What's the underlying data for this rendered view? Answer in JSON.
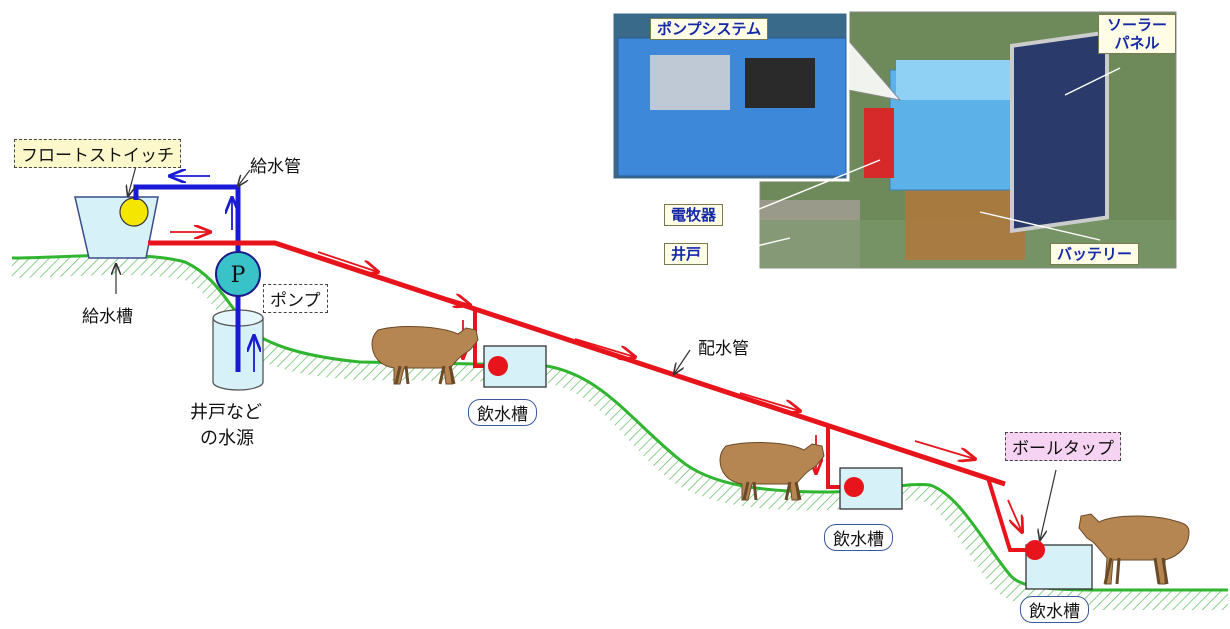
{
  "labels": {
    "float_switch": "フロートストイッチ",
    "supply_pipe": "給水管",
    "supply_tank": "給水槽",
    "pump": "ポンプ",
    "pump_symbol": "P",
    "water_source_line1": "井戸など",
    "water_source_line2": "の水源",
    "distribution_pipe": "配水管",
    "drinking_trough_1": "飲水槽",
    "drinking_trough_2": "飲水槽",
    "drinking_trough_3": "飲水槽",
    "ball_tap": "ボールタップ"
  },
  "photo": {
    "pump_system": "ポンプシステム",
    "solar_panel_line1": "ソーラー",
    "solar_panel_line2": "パネル",
    "electric_fence": "電牧器",
    "well": "井戸",
    "battery": "バッテリー"
  },
  "colors": {
    "supply_pipe": "#1a1ad6",
    "distribution_pipe": "#e8141c",
    "ground_line": "#2fb52f",
    "tank_fill": "#d6f2f8",
    "pump_fill": "#39c2c8",
    "float_ball": "#f5e600",
    "cow_body": "#b58552"
  }
}
